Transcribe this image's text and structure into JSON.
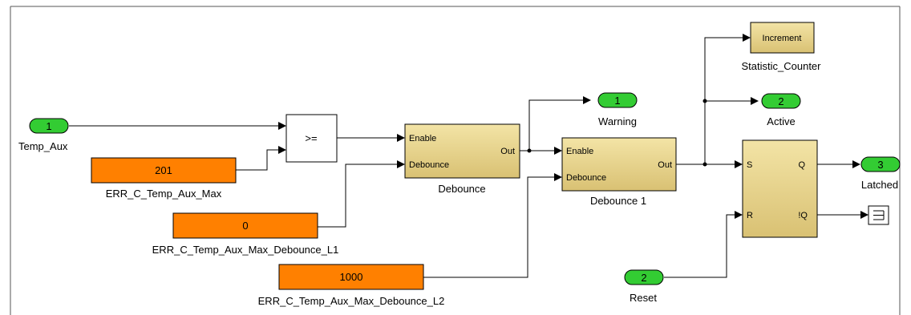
{
  "inports": {
    "temp_aux": {
      "number": "1",
      "label": "Temp_Aux"
    },
    "reset": {
      "number": "2",
      "label": "Reset"
    }
  },
  "constants": {
    "max": {
      "value": "201",
      "label": "ERR_C_Temp_Aux_Max"
    },
    "debounce_l1": {
      "value": "0",
      "label": "ERR_C_Temp_Aux_Max_Debounce_L1"
    },
    "debounce_l2": {
      "value": "1000",
      "label": "ERR_C_Temp_Aux_Max_Debounce_L2"
    }
  },
  "relational": {
    "operator": ">="
  },
  "debounce1": {
    "label": "Debounce",
    "port_enable": "Enable",
    "port_debounce": "Debounce",
    "port_out": "Out"
  },
  "debounce2": {
    "label": "Debounce 1",
    "port_enable": "Enable",
    "port_debounce": "Debounce",
    "port_out": "Out"
  },
  "counter": {
    "port": "Increment",
    "label": "Statistic_Counter"
  },
  "flipflop": {
    "port_s": "S",
    "port_r": "R",
    "port_q": "Q",
    "port_nq": "!Q"
  },
  "outports": {
    "warning": {
      "number": "1",
      "label": "Warning"
    },
    "active": {
      "number": "2",
      "label": "Active"
    },
    "latched": {
      "number": "3",
      "label": "Latched"
    }
  },
  "colors": {
    "inport": "#33cc33",
    "constant": "#ff8000",
    "subsystem": "#e8d38a",
    "line": "#000000"
  }
}
